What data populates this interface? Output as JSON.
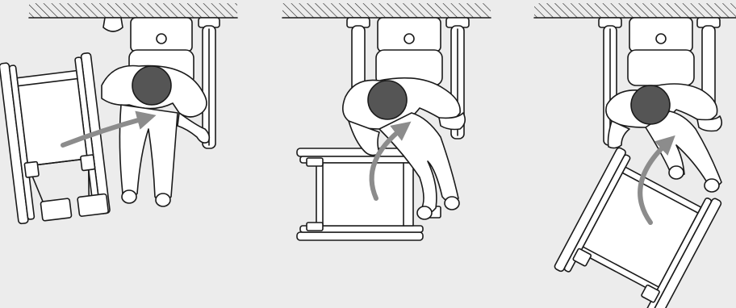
{
  "figure": {
    "background": "#ececec",
    "line_color": "#1a1a1a",
    "fill_color": "#ffffff",
    "head_color": "#555555",
    "arrow_color": "#8c8c8c"
  },
  "panels": [
    {
      "name": "panel-1",
      "icons": [
        "wall-icon",
        "toilet-icon",
        "grab-bar-icon",
        "person-icon",
        "wheelchair-icon",
        "transfer-arrow-icon"
      ]
    },
    {
      "name": "panel-2",
      "icons": [
        "wall-icon",
        "toilet-icon",
        "grab-bar-icon",
        "person-icon",
        "wheelchair-icon",
        "transfer-arrow-icon"
      ]
    },
    {
      "name": "panel-3",
      "icons": [
        "wall-icon",
        "toilet-icon",
        "grab-bar-icon",
        "person-icon",
        "wheelchair-icon",
        "transfer-arrow-icon"
      ]
    }
  ]
}
